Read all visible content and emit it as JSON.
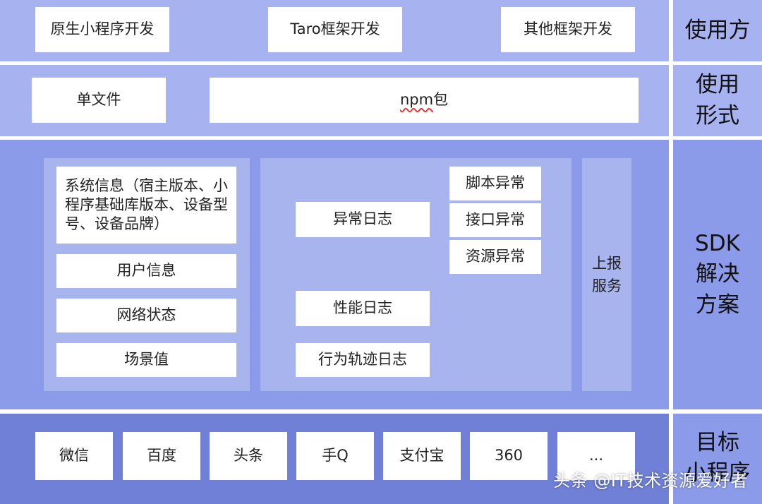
{
  "colors": {
    "band_top": "#a7b2f1",
    "band_sdk": "#8b9be9",
    "band_bottom": "#6f80d6",
    "panel": "#a8b4ee",
    "side_band_top": "#a7b2f1",
    "side_band_sdk": "#8b9be9",
    "side_band_bottom": "#8b9be9"
  },
  "row_users": {
    "boxes": [
      "原生小程序开发",
      "Taro框架开发",
      "其他框架开发"
    ],
    "side_label": "使用方"
  },
  "row_form": {
    "single_file": "单文件",
    "npm_prefix": "npm",
    "npm_suffix": "包",
    "side_label": "使用\n形式"
  },
  "row_sdk": {
    "info_items": [
      "系统信息（宿主版本、小程序基础库版本、设备型号、设备品牌）",
      "用户信息",
      "网络状态",
      "场景值"
    ],
    "logs": {
      "error_log": "异常日志",
      "error_types": [
        "脚本异常",
        "接口异常",
        "资源异常"
      ],
      "perf_log": "性能日志",
      "behavior_log": "行为轨迹日志"
    },
    "report_service": "上报\n服务",
    "side_label": "SDK\n解决\n方案"
  },
  "row_targets": {
    "platforms": [
      "微信",
      "百度",
      "头条",
      "手Q",
      "支付宝",
      "360",
      "..."
    ],
    "side_label": "目标\n小程序"
  },
  "watermark": "头条 @IT技术资源爱好者"
}
